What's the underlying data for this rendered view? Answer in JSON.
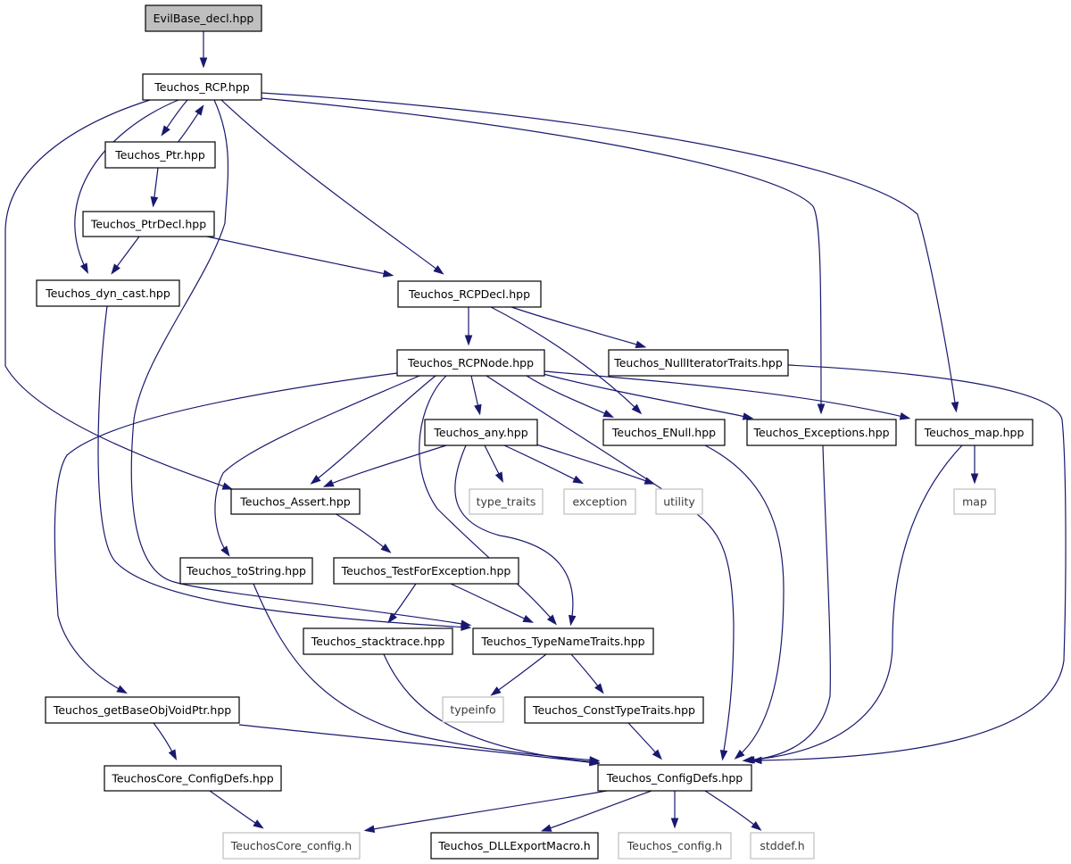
{
  "nodes": {
    "evilbase_decl": "EvilBase_decl.hpp",
    "teuchos_rcp": "Teuchos_RCP.hpp",
    "teuchos_ptr": "Teuchos_Ptr.hpp",
    "teuchos_ptrdecl": "Teuchos_PtrDecl.hpp",
    "teuchos_dyn_cast": "Teuchos_dyn_cast.hpp",
    "teuchos_rcpdecl": "Teuchos_RCPDecl.hpp",
    "teuchos_nulliteratortraits": "Teuchos_NullIteratorTraits.hpp",
    "teuchos_rcpnode": "Teuchos_RCPNode.hpp",
    "teuchos_any": "Teuchos_any.hpp",
    "teuchos_enull": "Teuchos_ENull.hpp",
    "teuchos_exceptions": "Teuchos_Exceptions.hpp",
    "teuchos_map": "Teuchos_map.hpp",
    "teuchos_assert": "Teuchos_Assert.hpp",
    "type_traits": "type_traits",
    "exception": "exception",
    "utility": "utility",
    "map": "map",
    "teuchos_tostring": "Teuchos_toString.hpp",
    "teuchos_testforexception": "Teuchos_TestForException.hpp",
    "teuchos_stacktrace": "Teuchos_stacktrace.hpp",
    "teuchos_typenametraits": "Teuchos_TypeNameTraits.hpp",
    "typeinfo": "typeinfo",
    "teuchos_consttypetraits": "Teuchos_ConstTypeTraits.hpp",
    "teuchos_getbaseobjvoidptr": "Teuchos_getBaseObjVoidPtr.hpp",
    "teuchoscore_configdefs": "TeuchosCore_ConfigDefs.hpp",
    "teuchos_configdefs": "Teuchos_ConfigDefs.hpp",
    "teuchoscore_config": "TeuchosCore_config.h",
    "teuchos_dllexportmacro": "Teuchos_DLLExportMacro.h",
    "teuchos_config": "Teuchos_config.h",
    "stddef": "stddef.h"
  }
}
